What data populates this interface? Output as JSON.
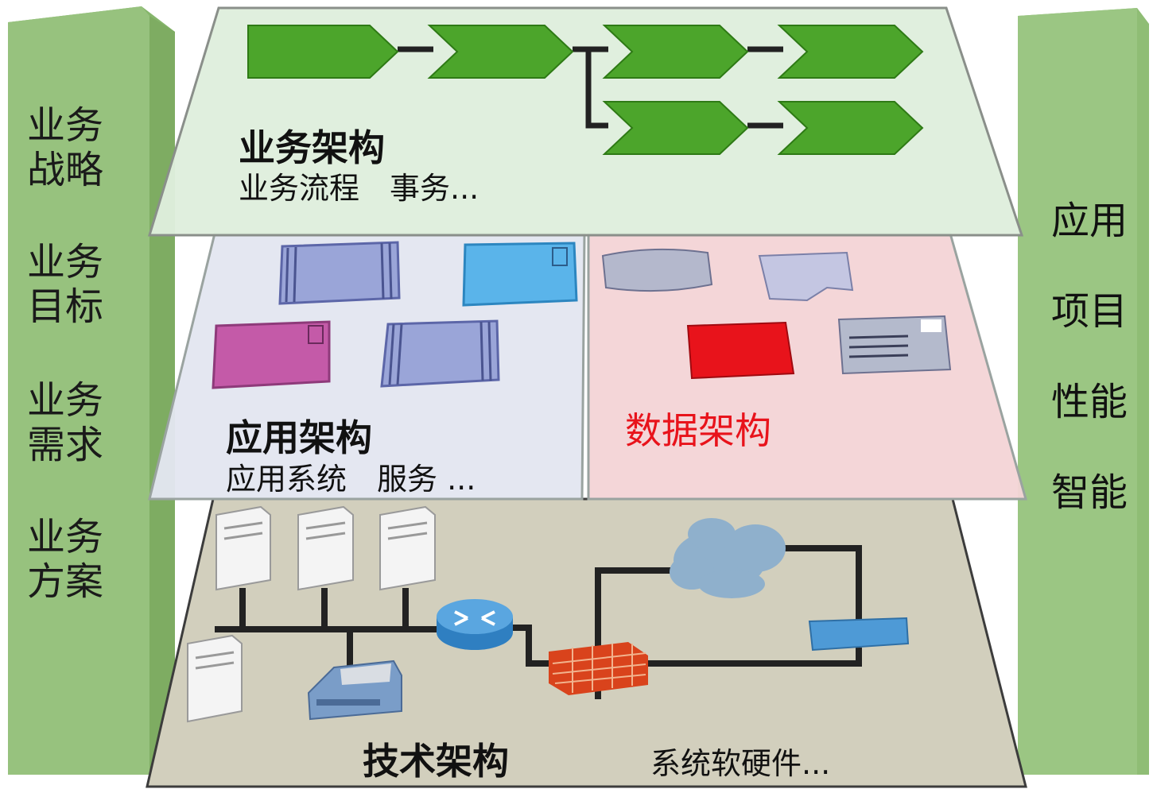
{
  "left_pillar": [
    "业务",
    "战略",
    "业务",
    "目标",
    "业务",
    "需求",
    "业务",
    "方案"
  ],
  "right_pillar": [
    "应用",
    "项目",
    "性能",
    "智能"
  ],
  "business_layer": {
    "title": "业务架构",
    "subtitle": "业务流程　事务..."
  },
  "application_layer": {
    "title": "应用架构",
    "subtitle": "应用系统　服务 ..."
  },
  "data_layer": {
    "title": "数据架构"
  },
  "technology_layer": {
    "title": "技术架构",
    "subtitle": "系统软硬件..."
  },
  "colors": {
    "pillar": "#93bf79",
    "business_plane": "#dfeedd",
    "application_plane": "#e3e6f0",
    "data_plane": "#f4d4d6",
    "technology_plane": "#d2cfbd",
    "process_arrow": "#4ca52b",
    "data_title": "#e8131b"
  },
  "icons": [
    "process-arrow-icon",
    "application-module-icon",
    "database-icon",
    "document-icon",
    "data-table-icon",
    "message-icon",
    "server-icon",
    "router-icon",
    "firewall-icon",
    "cloud-icon",
    "printer-icon",
    "switch-icon"
  ]
}
